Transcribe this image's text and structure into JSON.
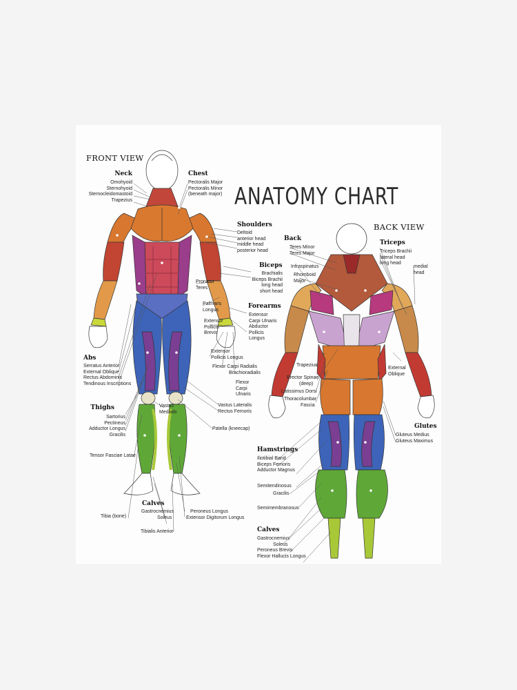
{
  "title": "ANATOMY CHART",
  "front_view": "FRONT VIEW",
  "back_view": "BACK VIEW",
  "front": {
    "neck": {
      "heading": "Neck",
      "items": [
        "Omohyoid",
        "Sternohyoid",
        "Sternocleidomastoid",
        "Trapezius"
      ]
    },
    "chest": {
      "heading": "Chest",
      "items": [
        "Pectoralis Major",
        "Pectoralis Minor",
        "(beneath major)"
      ]
    },
    "shoulders": {
      "heading": "Shoulders",
      "items": [
        "Deltoid",
        "anterior head",
        "middle head",
        "posterior head"
      ]
    },
    "biceps": {
      "heading": "Biceps",
      "items": [
        "Brachialis",
        "Biceps Brachii",
        "long head",
        "short head"
      ]
    },
    "forearms": {
      "heading": "Forearms",
      "items": [
        "Extensor",
        "Carpi Ulnaris",
        "Abductor",
        "Pollicis",
        "Longus"
      ]
    },
    "pronator_teres": [
      "Pronator",
      "Teres"
    ],
    "palmaris_longus": [
      "Palmaris",
      "Longus"
    ],
    "ext_pollicis_brevis": [
      "Extensor",
      "Pollicis",
      "Brevis"
    ],
    "ext_pollicis_longus": [
      "Extensor",
      "Pollicis Longus"
    ],
    "flexor_carpi_radialis": "Flexor Carpi Radialis",
    "brachioradialis": "Brachioradialis",
    "flexor_carpi_ulnaris": [
      "Flexor",
      "Carpi",
      "Ulnaris"
    ],
    "abs": {
      "heading": "Abs",
      "items": [
        "Serratus Anterior",
        "External Oblique",
        "Rectus Abdominis",
        "Tendinous Inscriptions"
      ]
    },
    "thighs": {
      "heading": "Thighs",
      "items": [
        "Sartorius",
        "Pectineus",
        "Adductor Longus",
        "Gracilis"
      ]
    },
    "tensor": "Tensor Fasciae Latae",
    "vastus_medialis": [
      "Vastus",
      "Medialis"
    ],
    "vastus_lateralis": "Vastus Lateralis",
    "rectus_femoris": "Rectus Femoris",
    "patella": "Patella (kneecap)",
    "calves": {
      "heading": "Calves",
      "items": [
        "Gastrocnemius",
        "Soleus"
      ]
    },
    "tibia": "Tibia (bone)",
    "tibialis_anterior": "Tibialis Anterior",
    "peroneus_longus": "Peroneus Longus",
    "ext_digitorum_longus": "Extensor Digitorum Longus"
  },
  "back": {
    "back": {
      "heading": "Back",
      "items": [
        "Teres Minor",
        "Teres Major"
      ]
    },
    "infraspinatus": "Infraspinatus",
    "rhomboid": [
      "Rhomboid",
      "Major"
    ],
    "triceps": {
      "heading": "Triceps",
      "items": [
        "Triceps Brachii",
        "lateral head",
        "long head"
      ]
    },
    "medial_head": [
      "medial",
      "head"
    ],
    "trapezius": "Trapezius",
    "erector_spinae": [
      "Erector Spinae",
      "(deep)"
    ],
    "latissimus_dorsi": "Latissimus Dorsi",
    "thoracolumbar": [
      "Thoracolumbar",
      "Fascia"
    ],
    "external_oblique": [
      "External",
      "Oblique"
    ],
    "glutes": {
      "heading": "Glutes",
      "items": [
        "Gluteus Medius",
        "Gluteus Maximus"
      ]
    },
    "hamstrings": {
      "heading": "Hamstrings",
      "items": [
        "Iliotibial Band",
        "Biceps Femoris",
        "Adductor Magnus"
      ]
    },
    "semitendinosus": "Semitendinosus",
    "gracilis": "Gracilis",
    "semimembranosus": "Semimembranosus",
    "calves": {
      "heading": "Calves",
      "items": [
        "Gastrocnemius",
        "Soleus",
        "Peroneus Brevis",
        "Flexor Hallucis Longus"
      ]
    }
  },
  "colors": {
    "orange_muscle": "#d8772f",
    "red_muscle": "#c23b33",
    "purple_muscle": "#7a3f93",
    "magenta_muscle": "#b63a7d",
    "blue_muscle": "#3d64b8",
    "green_muscle": "#5fa838",
    "lilac_muscle": "#c9a3cf",
    "cream_muscle": "#e6dcc0"
  }
}
